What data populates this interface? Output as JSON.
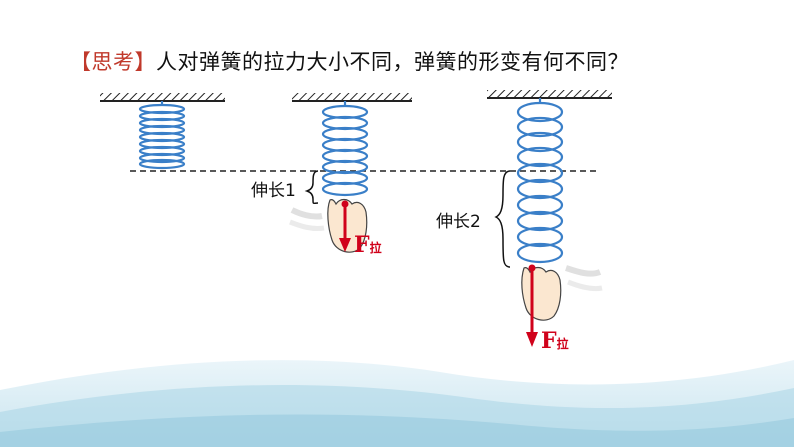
{
  "title": {
    "tag": "【思考】",
    "question": "人对弹簧的拉力大小不同，弹簧的形变有何不同？"
  },
  "labels": {
    "elongation_1": "伸长1",
    "elongation_2": "伸长2"
  },
  "forces": {
    "symbol": "F",
    "subscript": "拉"
  },
  "colors": {
    "spring": "#3a7fc8",
    "force_arrow": "#d0021b",
    "tag": "#c0392b",
    "wave": "#bfe1ee"
  }
}
